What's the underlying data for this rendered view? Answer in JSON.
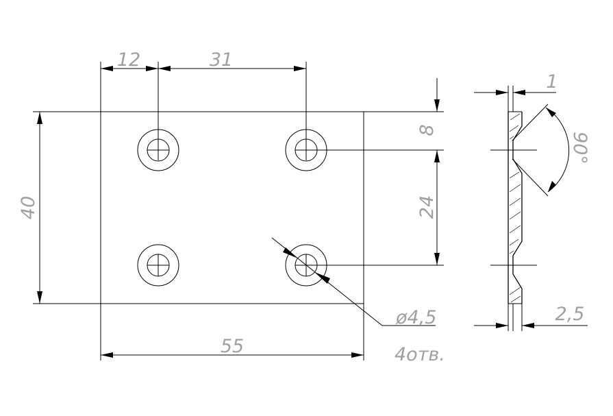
{
  "drawing": {
    "dimensions": {
      "hole_offset_x": "12",
      "hole_spacing_x": "31",
      "plate_height": "40",
      "plate_width": "55",
      "hole_offset_top": "8",
      "hole_spacing_y": "24",
      "hole_diameter": "ø4,5",
      "hole_count": "4отв.",
      "chamfer_depth": "1",
      "countersink_angle": "90°",
      "thickness": "2,5"
    }
  }
}
